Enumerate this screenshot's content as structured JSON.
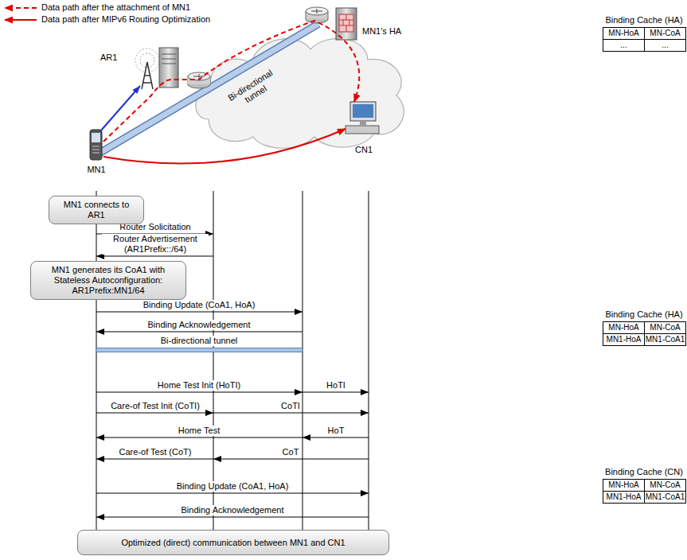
{
  "diagram": {
    "nodes": [
      {
        "text": [
          "MN1 connects to AR1"
        ]
      },
      {
        "text": [
          "MN1 generates its CoA1 with Stateless Autoconfiguration: AR1Prefix:MN1/64"
        ]
      },
      {
        "text": [
          "Optimized (direct) communication between MN1 and CN1"
        ]
      }
    ],
    "labels": [
      "Binding Cache (HA)",
      "MN-HoA",
      "MN-CoA",
      "...",
      "...",
      "AR1",
      "MN1's HA",
      "Bi-directional tunnel",
      "CN1",
      "MN1",
      "Router Solicitation",
      "Router Advertisement (AR1Prefix::/64)",
      "Binding Update (CoA1, HoA)",
      "Binding Acknowledgement",
      "Binding Cache (HA)",
      "MN-HoA",
      "MN-CoA",
      "MN1-HoA",
      "MN1-CoA1",
      "Bi-directional tunnel",
      "Home Test Init (HoTI)",
      "HoTI",
      "Care-of Test Init (CoTI)",
      "CoTI",
      "Home Test",
      "HoT",
      "Care-of Test (CoT)",
      "CoT",
      "Binding Update (CoA1, HoA)",
      "Binding Cache (CN)",
      "MN-HoA",
      "MN-CoA",
      "MN1-HoA",
      "MN1-CoA1",
      "Binding Acknowledgement"
    ],
    "legend": [
      {
        "text": "Data path after the attachment of MN1"
      },
      {
        "text": "Data path after MIPv6 Routing Optimization"
      }
    ]
  }
}
